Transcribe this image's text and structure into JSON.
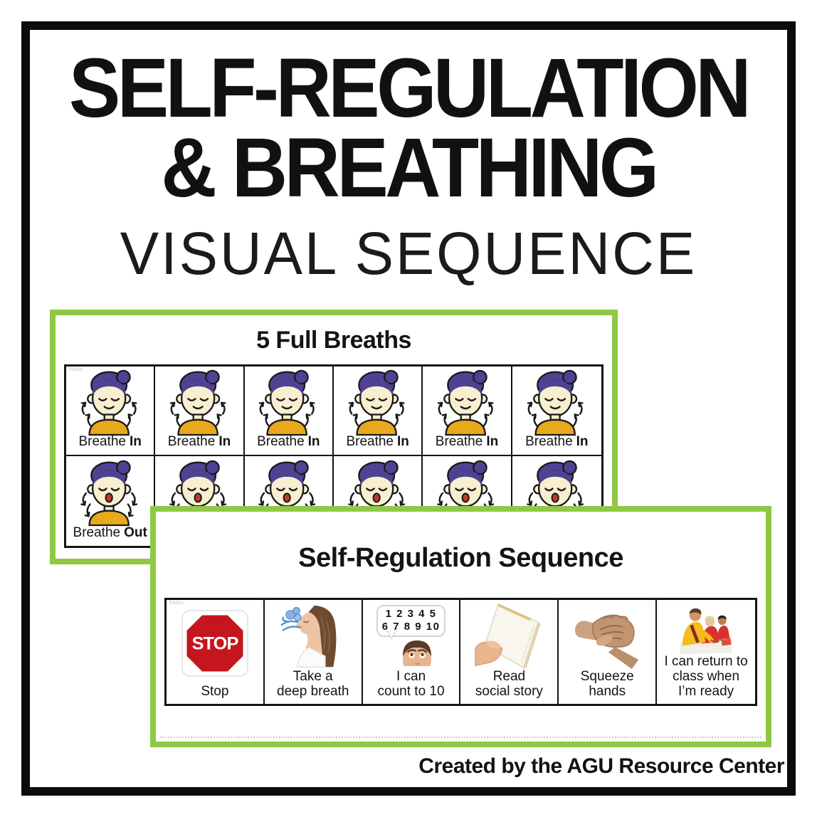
{
  "header": {
    "title_line1": "SELF-REGULATION",
    "title_line2": "& BREATHING",
    "subtitle": "VISUAL SEQUENCE"
  },
  "breaths_card": {
    "title": "5 Full Breaths",
    "watermark": "©AGU",
    "columns": 6,
    "breathe_in_label": {
      "prefix": "Breathe",
      "bold": "In"
    },
    "breathe_out_label": {
      "prefix": "Breathe",
      "bold": "Out"
    }
  },
  "sequence_card": {
    "title": "Self-Regulation Sequence",
    "watermark": "©AGU",
    "steps": [
      {
        "label": "Stop",
        "icon": "stop-sign",
        "sign_text": "STOP"
      },
      {
        "label": "Take a\ndeep breath",
        "icon": "deep-breath"
      },
      {
        "label": "I can\ncount to 10",
        "icon": "count-to-ten-face",
        "bubble_line1": "1 2 3 4 5",
        "bubble_line2": "6 7 8 9 10"
      },
      {
        "label": "Read\nsocial story",
        "icon": "open-book"
      },
      {
        "label": "Squeeze\nhands",
        "icon": "clasped-hands"
      },
      {
        "label": "I can return to\nclass when\nI’m ready",
        "icon": "students-writing"
      }
    ]
  },
  "footer": {
    "credit": "Created by the AGU Resource Center"
  },
  "colors": {
    "accent_green": "#8fc845",
    "stop_red": "#c4161c",
    "hair_purple": "#4f4293",
    "face_cream": "#f7efcf",
    "shirt_yellow": "#e8a91c"
  }
}
